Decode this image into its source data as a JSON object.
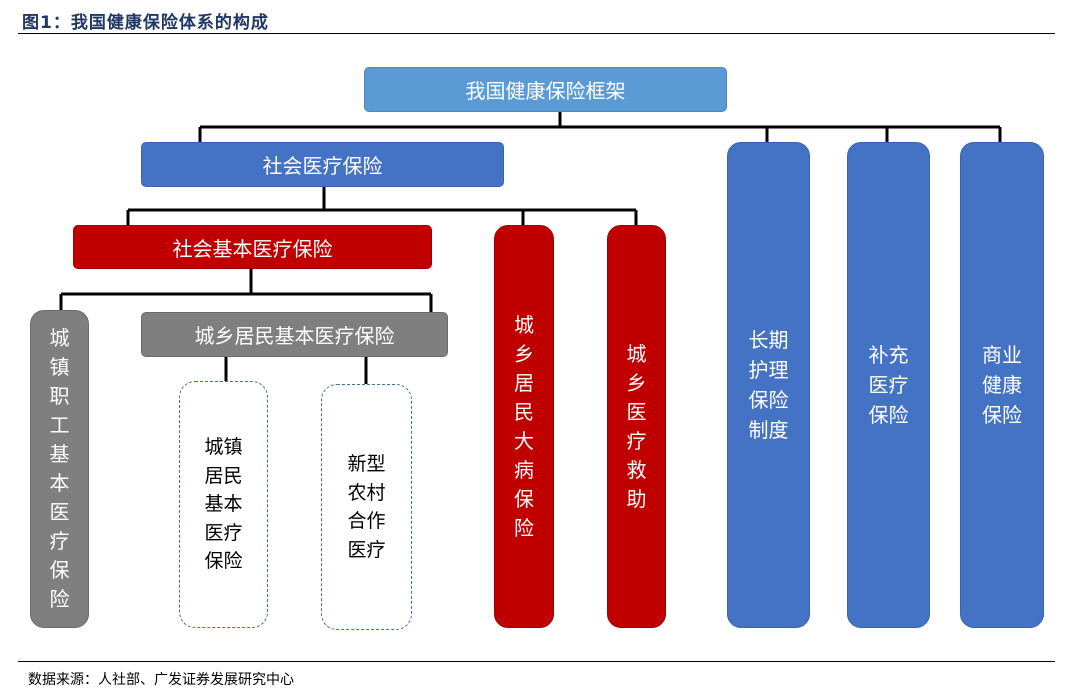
{
  "figure": {
    "title": "图1：我国健康保险体系的构成",
    "source": "数据来源：人社部、广发证券发展研究中心"
  },
  "nodes": {
    "root": "我国健康保险框架",
    "social": "社会医疗保险",
    "basic": "社会基本医疗保险",
    "employee": "城镇职工基本医疗保险",
    "resident": "城乡居民基本医疗保险",
    "urban_resident": "城镇居民基本医疗保险",
    "rural_coop": "新型农村合作医疗",
    "critical": "城乡居民大病保险",
    "assistance": "城乡医疗救助",
    "ltc": "长期护理保险制度",
    "supplementary": "补充医疗保险",
    "commercial": "商业健康保险"
  },
  "colors": {
    "root": "#5b9bd5",
    "blue": "#4472c4",
    "red": "#c00000",
    "gray": "#7f7f7f",
    "dashed_border": "#41719c"
  }
}
